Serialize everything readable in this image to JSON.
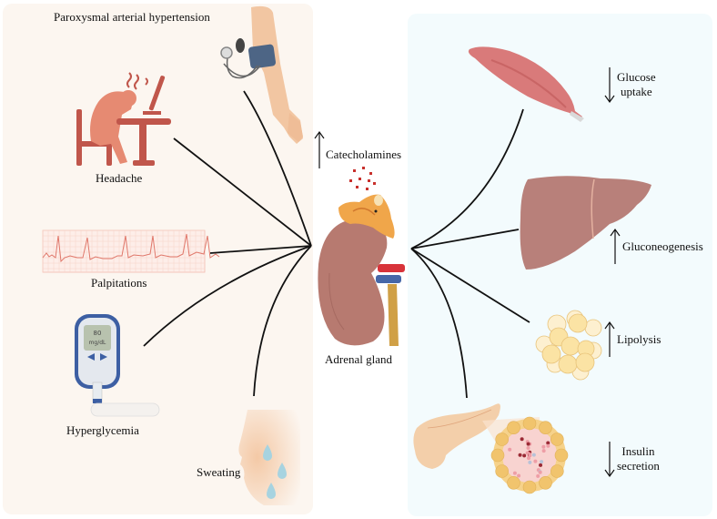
{
  "figure": {
    "left_panel": {
      "symptoms": [
        {
          "id": "hypertension",
          "label": "Paroxysmal arterial hypertension"
        },
        {
          "id": "headache",
          "label": "Headache"
        },
        {
          "id": "palpitations",
          "label": "Palpitations"
        },
        {
          "id": "hyperglycemia",
          "label": "Hyperglycemia"
        },
        {
          "id": "sweating",
          "label": "Sweating"
        }
      ],
      "glucometer_reading": {
        "value": "80",
        "unit": "mg/dL"
      }
    },
    "center": {
      "organ_label": "Adrenal gland",
      "hormone": {
        "label": "Catecholamines",
        "direction": "up"
      }
    },
    "right_panel": {
      "effects": [
        {
          "id": "muscle",
          "organ": "muscle-icon",
          "line1": "Glucose",
          "line2": "uptake",
          "direction": "down"
        },
        {
          "id": "liver",
          "organ": "liver-icon",
          "line1": "Gluconeogenesis",
          "line2": "",
          "direction": "up"
        },
        {
          "id": "adipose",
          "organ": "adipocytes-icon",
          "line1": "Lipolysis",
          "line2": "",
          "direction": "up"
        },
        {
          "id": "pancreas",
          "organ": "pancreas-icon",
          "line1": "Insulin",
          "line2": "secretion",
          "direction": "down"
        }
      ]
    },
    "colors": {
      "left_panel_bg": "#fcf6f0",
      "right_panel_bg": "#f3fbfd",
      "kidney": "#b77a70",
      "adrenal": "#f0a64a",
      "headache_figure": "#c0564b",
      "muscle": "#d97a7a",
      "liver": "#b8807a",
      "fat_cell": "#fbe3a4",
      "catecholamine_dots": "#c8302c"
    }
  }
}
